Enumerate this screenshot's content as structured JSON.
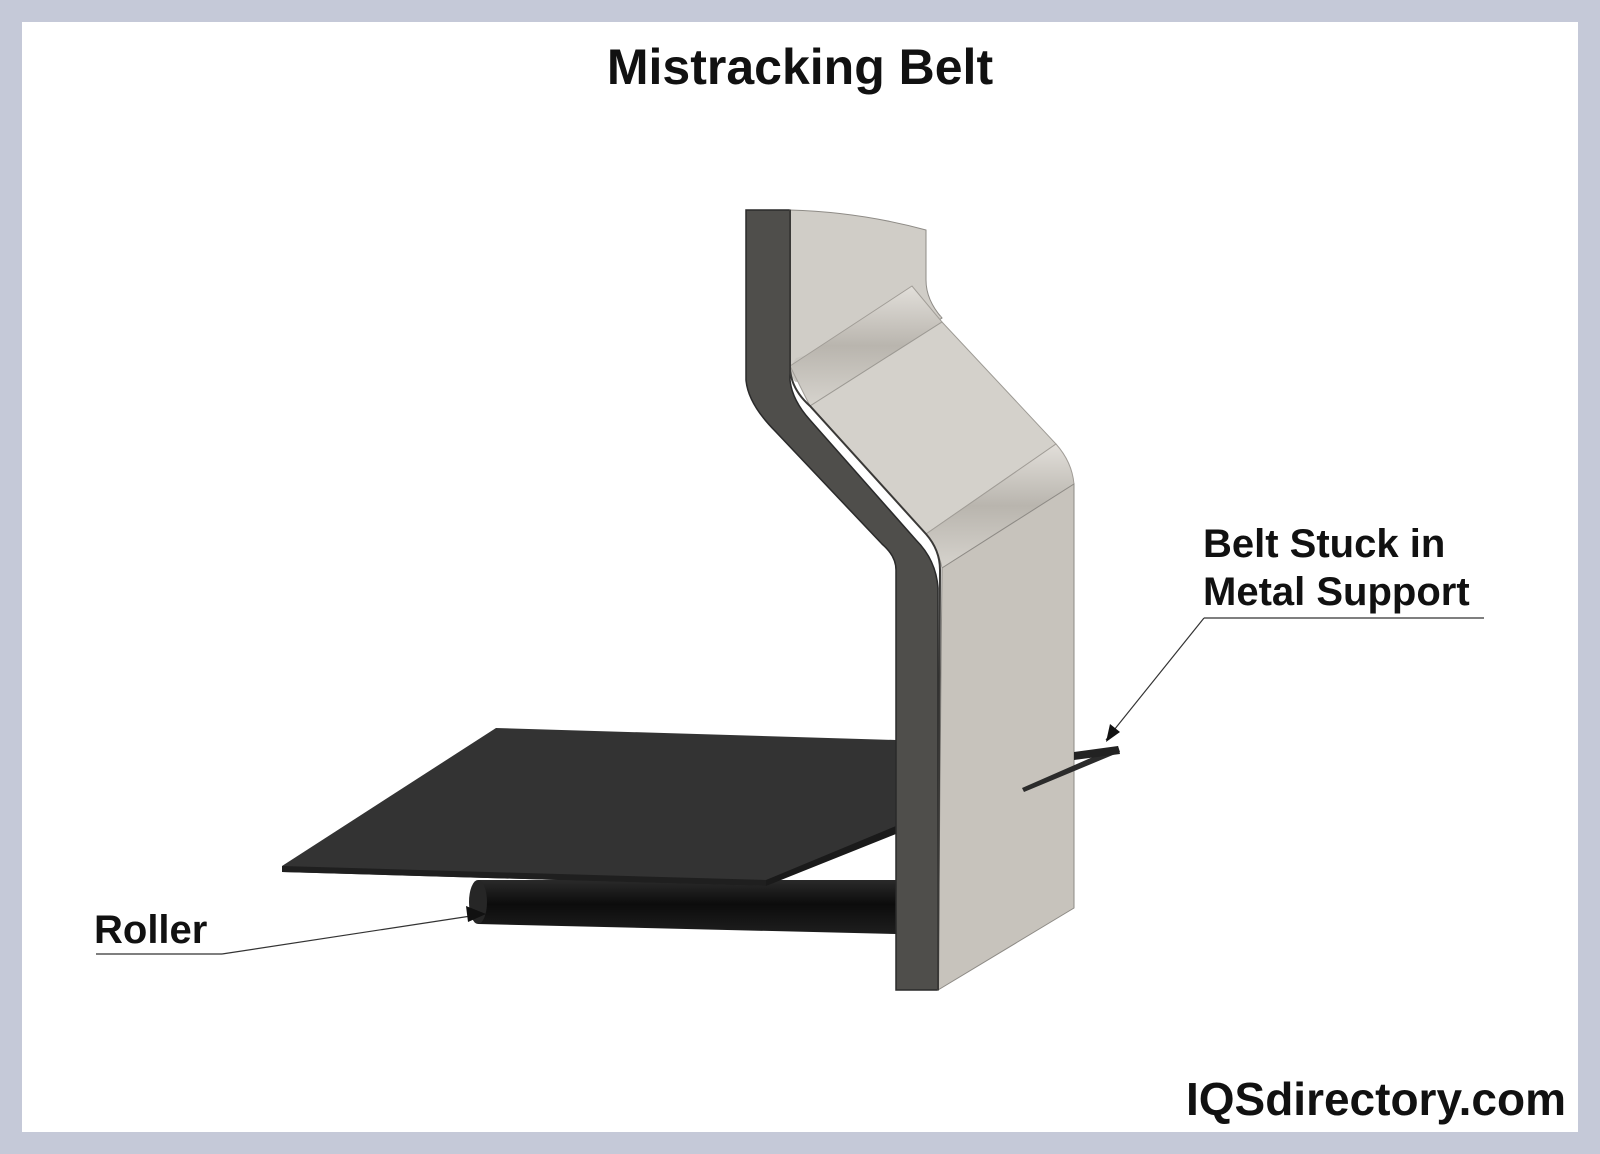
{
  "title": "Mistracking Belt",
  "labels": {
    "belt_stuck_line1": "Belt Stuck in",
    "belt_stuck_line2": "Metal Support",
    "roller": "Roller"
  },
  "brand": "IQSdirectory.com",
  "colors": {
    "frame": "#c5c9d8",
    "support_face": "#cdcac4",
    "support_edge": "#4f4e4b",
    "belt": "#333333",
    "roller": "#141414",
    "text": "#111111"
  }
}
